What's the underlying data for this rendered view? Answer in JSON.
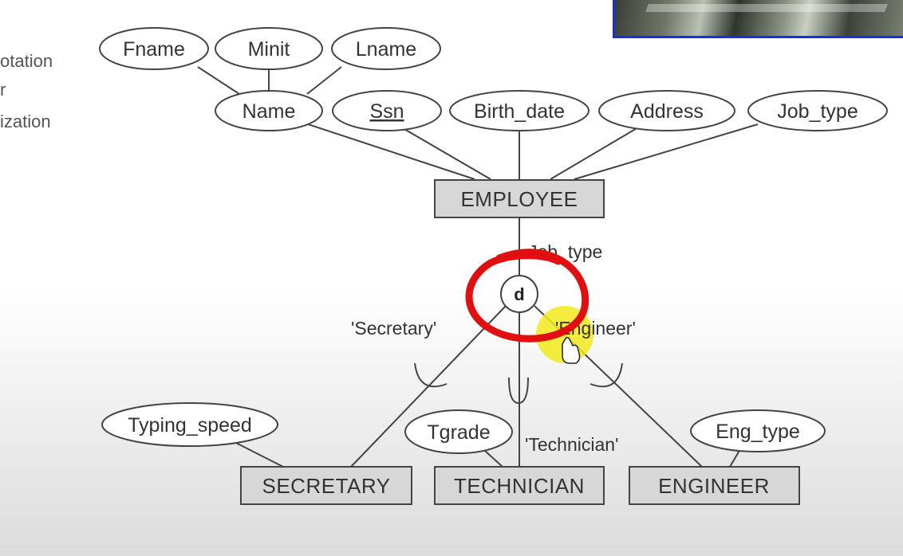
{
  "side_text": [
    "otation",
    "r",
    "ization"
  ],
  "diagram": {
    "attributes_top": [
      "Fname",
      "Minit",
      "Lname"
    ],
    "attributes_employee": [
      "Name",
      "Ssn",
      "Birth_date",
      "Address",
      "Job_type"
    ],
    "entities": {
      "superclass": "EMPLOYEE",
      "subclasses": [
        "SECRETARY",
        "TECHNICIAN",
        "ENGINEER"
      ]
    },
    "subclass_attributes": [
      "Typing_speed",
      "Tgrade",
      "Eng_type"
    ],
    "discriminator": "Job_type",
    "disjoint_symbol": "d",
    "branch_labels": [
      "'Secretary'",
      "'Technician'",
      "'Engineer'"
    ]
  },
  "colors": {
    "entity_fill": "#d7d7d7",
    "line": "#444444",
    "annotation_red": "#e01010",
    "cursor_highlight": "#f2ea1e",
    "webcam_border": "#1b2fd6"
  },
  "icons": [
    "pointer-hand-icon"
  ]
}
